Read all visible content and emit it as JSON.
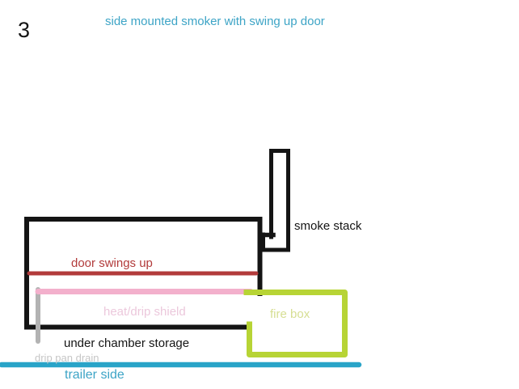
{
  "drawing": {
    "page_number": "3",
    "title": "side mounted smoker with swing up door"
  },
  "labels": {
    "smoke_stack": "smoke stack",
    "door_swings_up": "door swings up",
    "heat_drip_shield": "heat/drip shield",
    "fire_box": "fire box",
    "under_chamber_storage": "under chamber storage",
    "drip_pan_drain": "drip pan drain",
    "trailer_side": "trailer side"
  },
  "colors": {
    "ink_black": "#141414",
    "teal_text": "#3da4c6",
    "cyan_line": "#29a4c8",
    "door_red": "#b23b3b",
    "shield_pink": "#f3b0cc",
    "shield_text_pink": "#ecc8dc",
    "firebox_green": "#b7d435",
    "firebox_text_green": "#d6de92",
    "drain_gray": "#b3b3b3",
    "drain_text_gray": "#c6c6c6"
  }
}
